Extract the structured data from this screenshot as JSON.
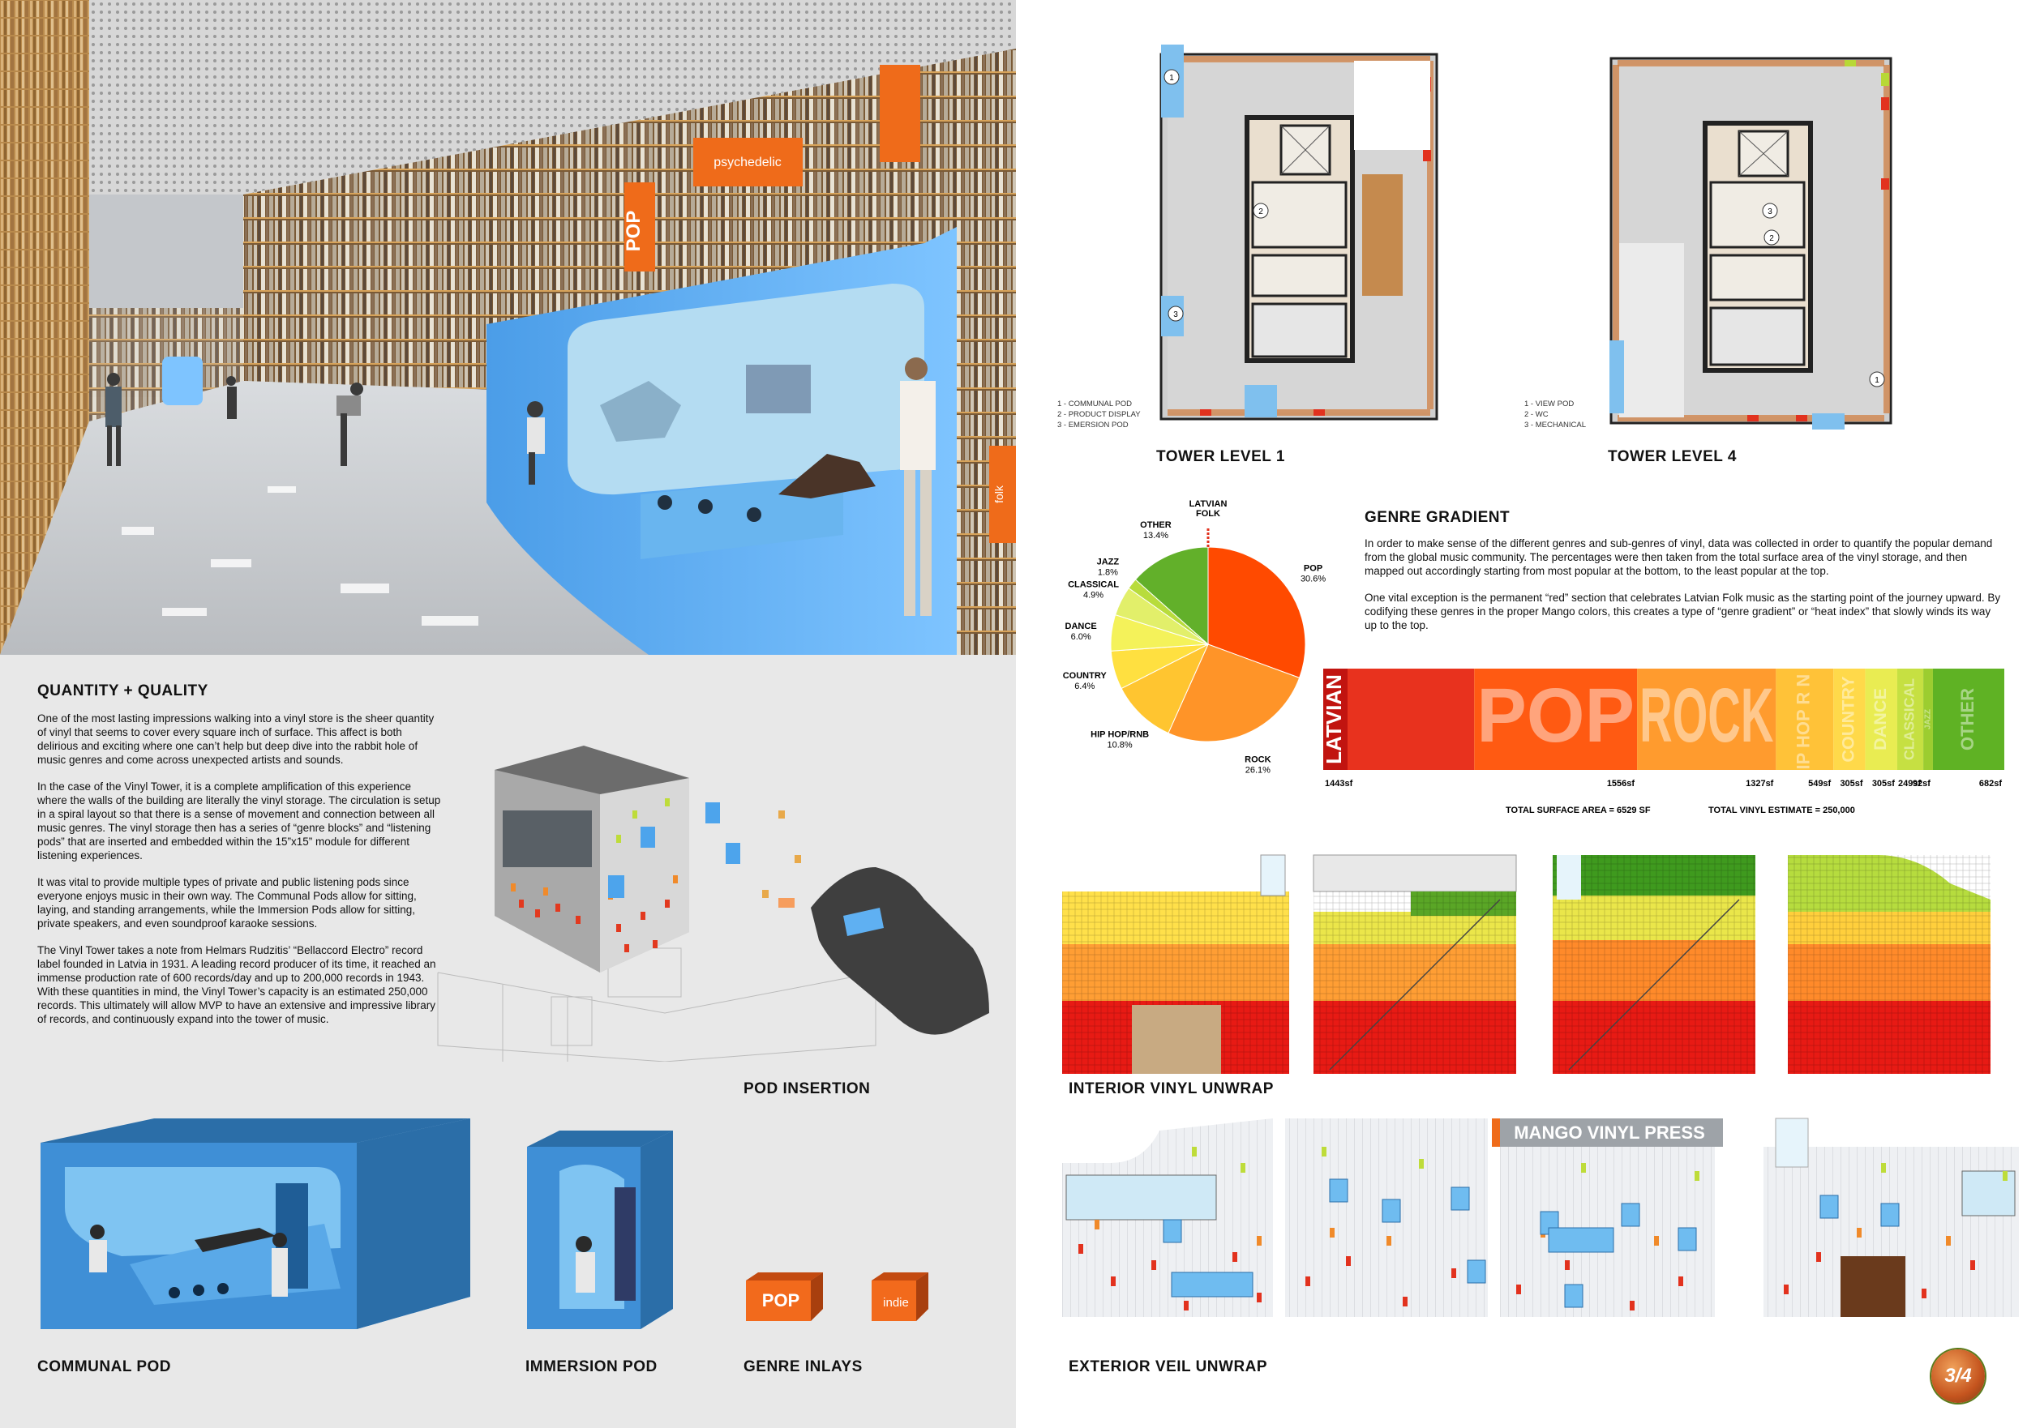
{
  "quantity_quality": {
    "title": "QUANTITY + QUALITY",
    "paragraphs": [
      "One of the most lasting impressions walking into a vinyl store is the sheer quantity of vinyl that seems to cover every square inch of surface.  This affect is both delirious and exciting where one can’t help but deep dive into the rabbit hole of music genres and come across unexpected artists and sounds.",
      "In the case of the Vinyl Tower, it is a complete amplification of this experience where the walls of the building are literally the vinyl storage. The circulation is setup in a spiral layout so that there is a sense of movement and connection between all music genres. The vinyl storage then has a series of “genre blocks” and “listening pods” that are inserted and embedded within the 15”x15” module for different listening experiences.",
      "It was vital to provide multiple types of private and public listening pods since everyone enjoys music in their own way.  The Communal Pods allow for sitting, laying, and standing arrangements, while the Immersion Pods allow for sitting, private speakers, and even soundproof karaoke sessions.",
      "The Vinyl Tower takes a note from Helmars Rudzitis’ “Bellaccord Electro” record label founded in Latvia in 1931. A leading record producer of its time, it reached an immense production rate of 600 records/day and up to 200,000 records in 1943.  With these quantities in mind, the Vinyl Tower’s capacity is an estimated 250,000 records.  This ultimately will allow MVP to have an extensive and impressive library of records, and continuously expand into the tower of music."
    ]
  },
  "captions": {
    "pod_insertion": "POD INSERTION",
    "communal_pod": "COMMUNAL POD",
    "immersion_pod": "IMMERSION POD",
    "genre_inlays": "GENRE INLAYS",
    "tower_level_1": "TOWER LEVEL 1",
    "tower_level_4": "TOWER LEVEL 4",
    "interior_unwrap": "INTERIOR VINYL UNWRAP",
    "exterior_unwrap": "EXTERIOR VEIL UNWRAP"
  },
  "render": {
    "sign_pop": "POP",
    "sign_psychedelic": "psychedelic",
    "sign_folk": "folk"
  },
  "inlays": {
    "pop": "POP",
    "indie": "indie"
  },
  "plan_legend_1": [
    "1 - COMMUNAL POD",
    "2 - PRODUCT DISPLAY",
    "3 - EMERSION POD"
  ],
  "plan_legend_4": [
    "1 - VIEW POD",
    "2 - WC",
    "3 - MECHANICAL"
  ],
  "plan_markers": {
    "one": "1",
    "two": "2",
    "three": "3"
  },
  "genre_gradient": {
    "title": "GENRE GRADIENT",
    "paragraphs": [
      "In order to make sense of the different genres and sub-genres of vinyl, data was collected in order to quantify the popular demand from the global music community.  The percentages were then taken from the total surface area of the vinyl storage, and then mapped out accordingly starting from most popular at the bottom, to the least popular at the top.",
      "One vital exception is the permanent “red” section that celebrates Latvian Folk music as the starting point of the journey upward.  By codifying these genres in the proper Mango colors, this creates a type of “genre gradient” or “heat index” that slowly winds its way up to the top."
    ],
    "total_surface": "TOTAL SURFACE AREA = 6529 SF",
    "total_vinyl": "TOTAL VINYL ESTIMATE = 250,000"
  },
  "chart_data": {
    "type": "pie",
    "slices": [
      {
        "label": "POP",
        "pct_label": "30.6%",
        "value": 30.6,
        "color": "#ff4a00"
      },
      {
        "label": "ROCK",
        "pct_label": "26.1%",
        "value": 26.1,
        "color": "#ff9428"
      },
      {
        "label": "HIP HOP/RNB",
        "pct_label": "10.8%",
        "value": 10.8,
        "color": "#ffc530"
      },
      {
        "label": "COUNTRY",
        "pct_label": "6.4%",
        "value": 6.4,
        "color": "#ffe040"
      },
      {
        "label": "DANCE",
        "pct_label": "6.0%",
        "value": 6.0,
        "color": "#f4f25a"
      },
      {
        "label": "CLASSICAL",
        "pct_label": "4.9%",
        "value": 4.9,
        "color": "#e2ef6a"
      },
      {
        "label": "JAZZ",
        "pct_label": "1.8%",
        "value": 1.8,
        "color": "#b8dc3c"
      },
      {
        "label": "OTHER",
        "pct_label": "13.4%",
        "value": 13.4,
        "color": "#62b02a"
      }
    ],
    "marker_label": "LATVIAN FOLK"
  },
  "gradient_bar": {
    "segments": [
      {
        "label": "LATVIAN",
        "color": "#e8321e",
        "weight": 1443
      },
      {
        "label": "POP",
        "color": "#ff5a12",
        "weight": 1556
      },
      {
        "label": "ROCK",
        "color": "#ff9b2e",
        "weight": 1327
      },
      {
        "label": "HIP HOP R N B",
        "color": "#ffc238",
        "weight": 549
      },
      {
        "label": "COUNTRY",
        "color": "#ffd94a",
        "weight": 305
      },
      {
        "label": "DANCE",
        "color": "#e9ec52",
        "weight": 305
      },
      {
        "label": "CLASSICAL",
        "color": "#c6e042",
        "weight": 249
      },
      {
        "label": "JAZZ",
        "color": "#9ccd30",
        "weight": 92
      },
      {
        "label": "OTHER",
        "color": "#5fb224",
        "weight": 682
      }
    ],
    "sf_labels": [
      "1443sf",
      "1556sf",
      "1327sf",
      "549sf",
      "305sf",
      "305sf",
      "249sf",
      "92sf",
      "682sf"
    ]
  },
  "brand_banner": "MANGO VINYL PRESS",
  "page_badge": "3/4"
}
